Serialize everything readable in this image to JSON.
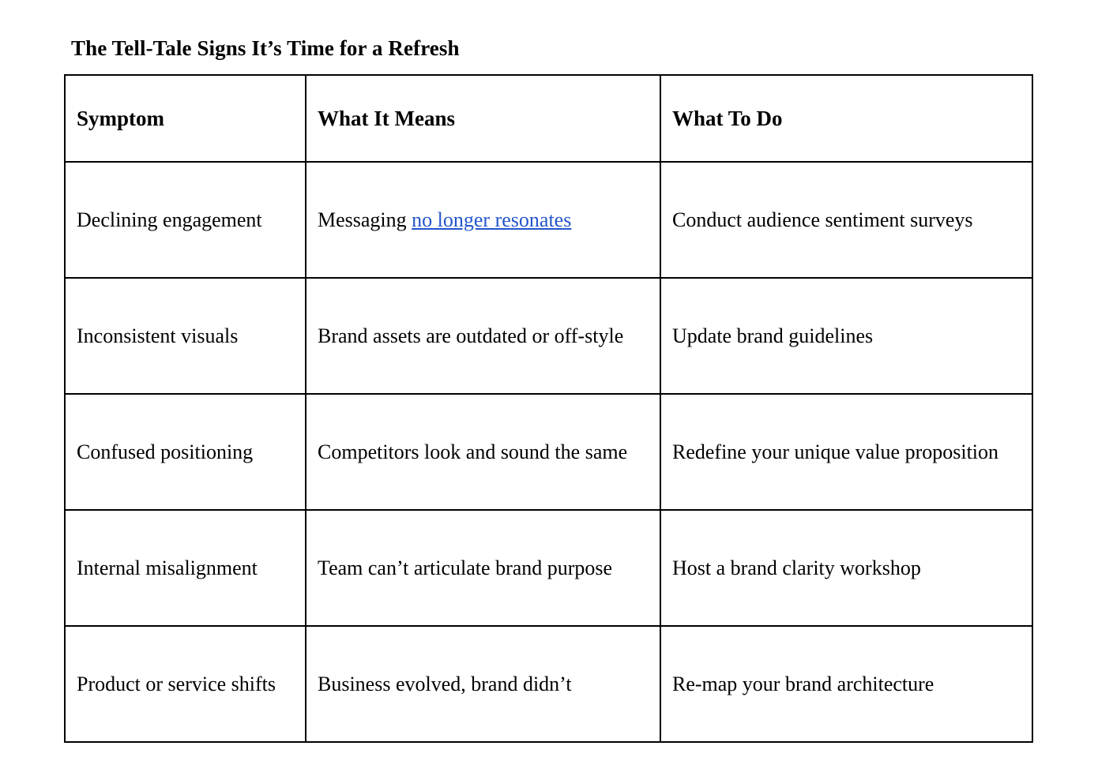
{
  "document": {
    "title": "The Tell-Tale Signs It’s Time for a Refresh",
    "link_color": "#2255cc",
    "text_color": "#000000",
    "border_color": "#000000",
    "background": "#ffffff"
  },
  "table": {
    "columns": [
      "Symptom",
      "What It Means",
      "What To Do"
    ],
    "rows": [
      {
        "symptom": "Declining engagement",
        "what_it_means_prefix": "Messaging ",
        "what_it_means_link": "no longer resonates",
        "what_it_means_suffix": "",
        "what_to_do": "Conduct audience sentiment surveys"
      },
      {
        "symptom": "Inconsistent visuals",
        "what_it_means": "Brand assets are outdated or off-style",
        "what_to_do": "Update brand guidelines"
      },
      {
        "symptom": "Confused positioning",
        "what_it_means": "Competitors look and sound the same",
        "what_to_do": "Redefine your unique value proposition"
      },
      {
        "symptom": "Internal misalignment",
        "what_it_means": "Team can’t articulate brand purpose",
        "what_to_do": "Host a brand clarity workshop"
      },
      {
        "symptom": "Product or service shifts",
        "what_it_means": "Business evolved, brand didn’t",
        "what_to_do": "Re-map your brand architecture"
      }
    ]
  }
}
